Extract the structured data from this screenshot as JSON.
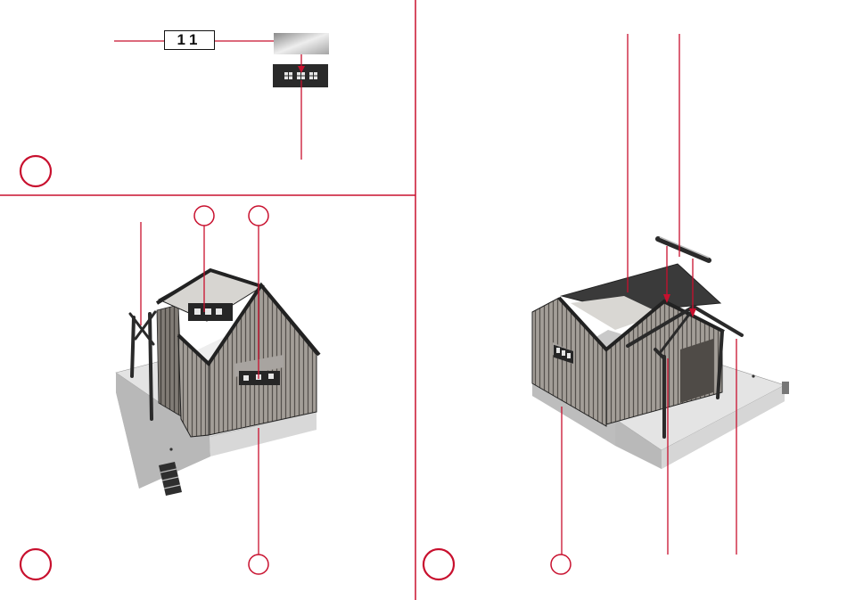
{
  "part_label": "11",
  "colors": {
    "callout": "#c8102e",
    "ink": "#111111",
    "plank": "#8e8a84",
    "base": "#dcdcdc"
  },
  "steps": [
    {
      "id": "step-a",
      "panel": "top-left",
      "marker": "circle"
    },
    {
      "id": "step-b",
      "panel": "bottom-left",
      "marker": "circle"
    },
    {
      "id": "step-c",
      "panel": "right",
      "marker": "circle"
    }
  ]
}
